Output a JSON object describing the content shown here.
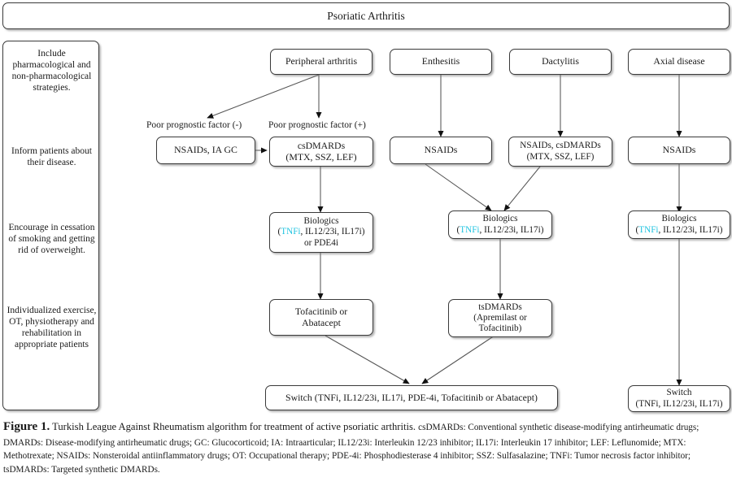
{
  "title": "Psoriatic Arthritis",
  "sidebar": {
    "blocks": [
      "Include pharmacological and non-pharmacological strategies.",
      "Inform patients about their disease.",
      "Encourage in cessation of smoking and getting rid of overweight.",
      "Individualized exercise, OT, physiotherapy and rehabilitation in appropriate patients"
    ]
  },
  "columns": {
    "peripheral": "Peripheral arthritis",
    "enthesitis": "Enthesitis",
    "dactylitis": "Dactylitis",
    "axial": "Axial disease"
  },
  "labels": {
    "poor_neg": "Poor prognostic factor (-)",
    "poor_pos": "Poor prognostic factor (+)"
  },
  "nodes": {
    "nsaids_iagc": "NSAIDs, IA GC",
    "csdmards_l1": "csDMARDs",
    "csdmards_l2": "(MTX, SSZ, LEF)",
    "nsaids_enth": "NSAIDs",
    "nsaids_csdmards_l1": "NSAIDs, csDMARDs",
    "nsaids_csdmards_l2": "(MTX, SSZ, LEF)",
    "nsaids_axial": "NSAIDs",
    "bio_p_l1": "Biologics",
    "bio_p_l2_open": "(",
    "bio_p_l2_tnfi": "TNFi",
    "bio_p_l2_rest": ", IL12/23i, IL17i)",
    "bio_p_l3": "or PDE4i",
    "bio_m_l1": "Biologics",
    "bio_m_l2_open": "(",
    "bio_m_l2_tnfi": "TNFi",
    "bio_m_l2_rest": ", IL12/23i, IL17i)",
    "bio_a_l1": "Biologics",
    "bio_a_l2_open": "(",
    "bio_a_l2_tnfi": "TNFi",
    "bio_a_l2_rest": ", IL12/23i, IL17i)",
    "tofa_l1": "Tofacitinib or",
    "tofa_l2": "Abatacept",
    "tsdmards_l1": "tsDMARDs",
    "tsdmards_l2": "(Apremilast or",
    "tsdmards_l3": "Tofacitinib)",
    "switch_main": "Switch (TNFi, IL12/23i, IL17i, PDE-4i, Tofacitinib or Abatacept)",
    "switch_axial_l1": "Switch",
    "switch_axial_l2": "(TNFi, IL12/23i, IL17i)"
  },
  "caption": {
    "figure_label": "Figure 1.",
    "sentence": " Turkish League Against Rheumatism algorithm for treatment of active psoriatic arthritis. ",
    "abbreviations": "csDMARDs: Conventional synthetic disease-modifying antirheumatic drugs; DMARDs: Disease-modifying antirheumatic drugs; GC: Glucocorticoid; IA: Intraarticular; IL12/23i: Interleukin 12/23 inhibitor; IL17i: Interleukin 17 inhibitor; LEF: Leflunomide; MTX: Methotrexate; NSAIDs: Nonsteroidal antiinflammatory drugs; OT: Occupational therapy; PDE-4i: Phosphodiesterase 4 inhibitor; SSZ: Sulfasalazine; TNFi: Tumor necrosis factor inhibitor; tsDMARDs: Targeted synthetic DMARDs."
  },
  "colors": {
    "accent_cyan": "#1fc3e0",
    "border": "#3a3a3a",
    "text": "#1a1a1a",
    "background": "#ffffff"
  }
}
